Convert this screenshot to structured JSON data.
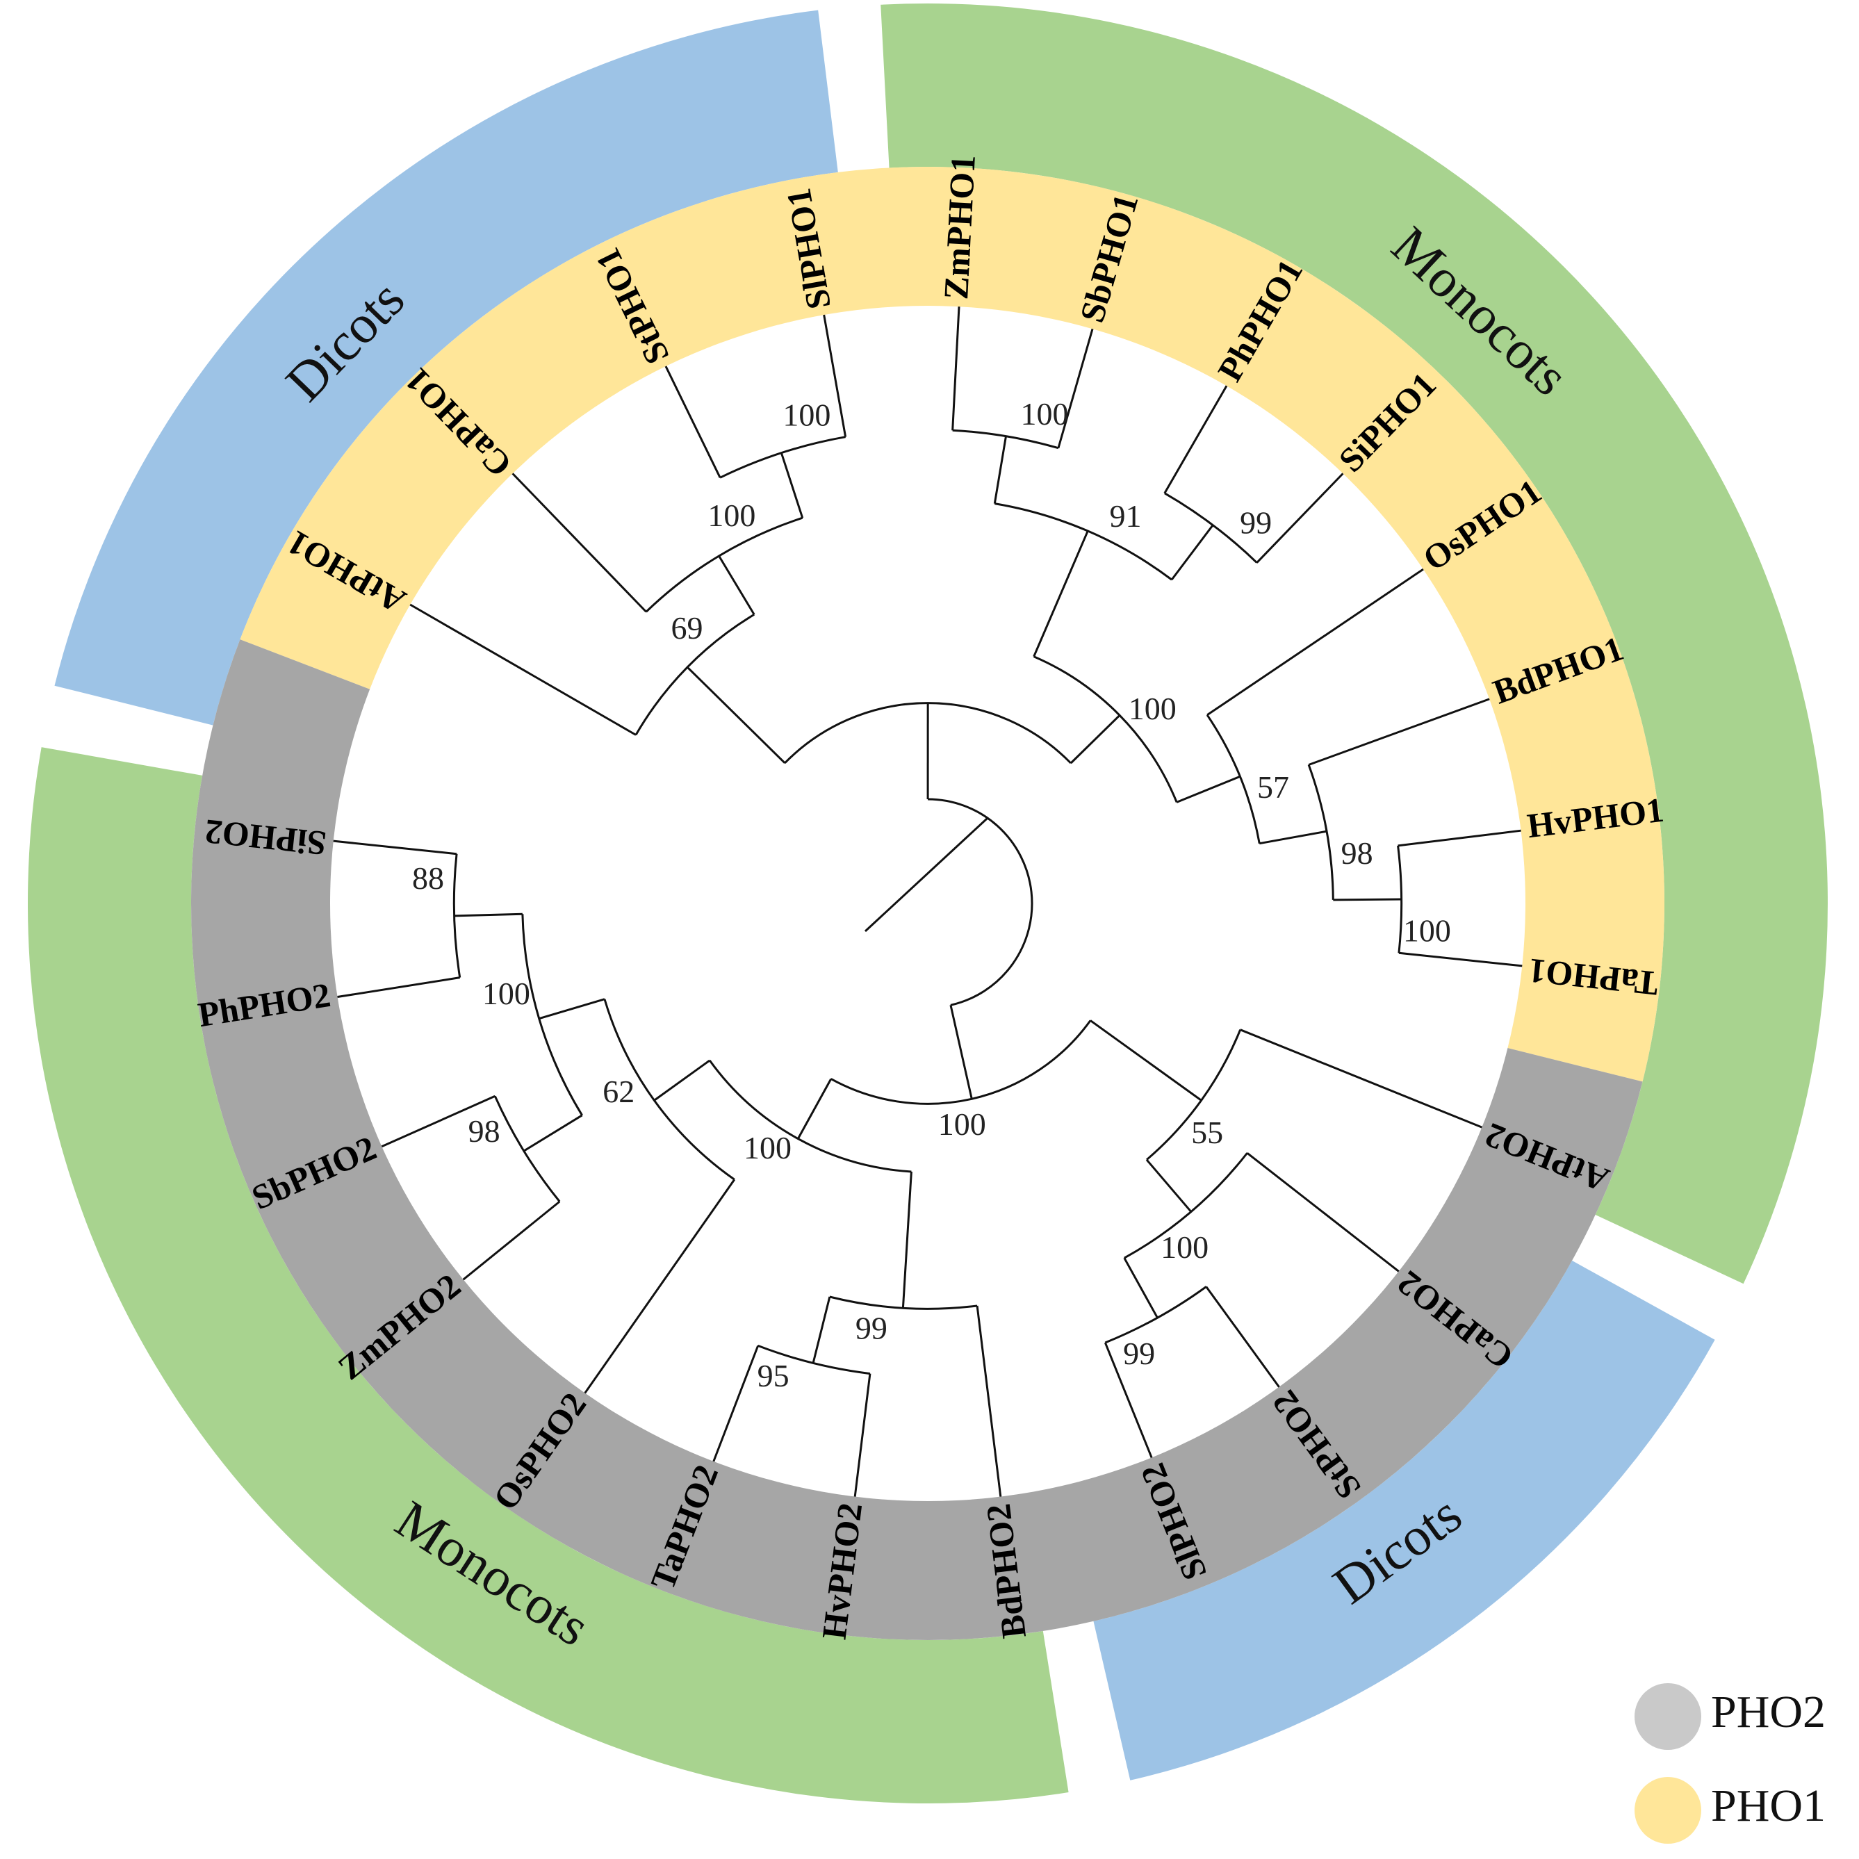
{
  "colors": {
    "monocots_band": "#a8d38f",
    "dicots_band": "#9dc3e6",
    "pho1_band": "#ffe699",
    "pho2_band": "#a6a6a6",
    "branch": "#111111"
  },
  "outer_groups": [
    {
      "label": "Dicots",
      "from": -76,
      "to": -7,
      "color": "#9dc3e6",
      "label_angle": -46,
      "flip": false
    },
    {
      "label": "Monocots",
      "from": -3,
      "to": 115,
      "color": "#a8d38f",
      "label_angle": 43,
      "flip": false
    },
    {
      "label": "Dicots",
      "from": 119,
      "to": 167,
      "color": "#9dc3e6",
      "label_angle": 144,
      "flip": true
    },
    {
      "label": "Monocots",
      "from": 171,
      "to": 280,
      "color": "#a8d38f",
      "label_angle": 213,
      "flip": true
    }
  ],
  "inner_groups": [
    {
      "name": "PHO1",
      "from": -69,
      "to": 104,
      "color": "#ffe699"
    },
    {
      "name": "PHO2",
      "from": 104,
      "to": 291,
      "color": "#a6a6a6"
    }
  ],
  "legend": [
    {
      "label": "PHO2",
      "color": "#c9c9c9"
    },
    {
      "label": "PHO1",
      "color": "#ffe699"
    }
  ],
  "tree": {
    "leaves": [
      {
        "id": "AtPHO1",
        "label": "AtPHO1",
        "angle": -60
      },
      {
        "id": "CaPHO1",
        "label": "CaPHO1",
        "angle": -44
      },
      {
        "id": "StPHO1",
        "label": "StPHO1",
        "angle": -26
      },
      {
        "id": "SlPHO1",
        "label": "SlPHO1",
        "angle": -10
      },
      {
        "id": "ZmPHO1",
        "label": "ZmPHO1",
        "angle": 3
      },
      {
        "id": "SbPHO1",
        "label": "SbPHO1",
        "angle": 16
      },
      {
        "id": "PhPHO1",
        "label": "PhPHO1",
        "angle": 30
      },
      {
        "id": "SiPHO1",
        "label": "SiPHO1",
        "angle": 44
      },
      {
        "id": "OsPHO1",
        "label": "OsPHO1",
        "angle": 56
      },
      {
        "id": "BdPHO1",
        "label": "BdPHO1",
        "angle": 70
      },
      {
        "id": "HvPHO1",
        "label": "HvPHO1",
        "angle": 83
      },
      {
        "id": "TaPHO1",
        "label": "TaPHO1",
        "angle": 96
      },
      {
        "id": "AtPHO2",
        "label": "AtPHO2",
        "angle": 112
      },
      {
        "id": "CaPHO2",
        "label": "CaPHO2",
        "angle": 128
      },
      {
        "id": "StPHO2",
        "label": "StPHO2",
        "angle": 144
      },
      {
        "id": "SlPHO2",
        "label": "SlPHO2",
        "angle": 158
      },
      {
        "id": "BdPHO2",
        "label": "BdPHO2",
        "angle": 173
      },
      {
        "id": "HvPHO2",
        "label": "HvPHO2",
        "angle": 187
      },
      {
        "id": "TaPHO2",
        "label": "TaPHO2",
        "angle": 201
      },
      {
        "id": "OsPHO2",
        "label": "OsPHO2",
        "angle": 215
      },
      {
        "id": "ZmPHO2",
        "label": "ZmPHO2",
        "angle": 231
      },
      {
        "id": "SbPHO2",
        "label": "SbPHO2",
        "angle": 246
      },
      {
        "id": "PhPHO2",
        "label": "PhPHO2",
        "angle": 261
      },
      {
        "id": "SiPHO2",
        "label": "SiPHO2",
        "angle": 276
      }
    ],
    "nodes": [
      {
        "id": "n_StSl",
        "children": [
          "StPHO1",
          "SlPHO1"
        ],
        "support": "100"
      },
      {
        "id": "n_CaStSl",
        "children": [
          "CaPHO1",
          "n_StSl"
        ],
        "support": "100"
      },
      {
        "id": "n_dicotPHO1",
        "children": [
          "AtPHO1",
          "n_CaStSl"
        ],
        "support": "69"
      },
      {
        "id": "n_ZmSb",
        "children": [
          "ZmPHO1",
          "SbPHO1"
        ],
        "support": "100"
      },
      {
        "id": "n_PhSi",
        "children": [
          "PhPHO1",
          "SiPHO1"
        ],
        "support": "99"
      },
      {
        "id": "n_PaniPHO1",
        "children": [
          "n_ZmSb",
          "n_PhSi"
        ],
        "support": "91"
      },
      {
        "id": "n_HvTa",
        "children": [
          "HvPHO1",
          "TaPHO1"
        ],
        "support": "100"
      },
      {
        "id": "n_BdHvTa",
        "children": [
          "BdPHO1",
          "n_HvTa"
        ],
        "support": "98"
      },
      {
        "id": "n_OsPooid",
        "children": [
          "OsPHO1",
          "n_BdHvTa"
        ],
        "support": "57"
      },
      {
        "id": "n_monoPHO1",
        "children": [
          "n_PaniPHO1",
          "n_OsPooid"
        ],
        "support": "100"
      },
      {
        "id": "n_SlSt2",
        "children": [
          "StPHO2",
          "SlPHO2"
        ],
        "support": "99"
      },
      {
        "id": "n_CaSolan2",
        "children": [
          "CaPHO2",
          "n_SlSt2"
        ],
        "support": "100"
      },
      {
        "id": "n_dicotPHO2",
        "children": [
          "AtPHO2",
          "n_CaSolan2"
        ],
        "support": "55"
      },
      {
        "id": "n_TaHv2",
        "children": [
          "HvPHO2",
          "TaPHO2"
        ],
        "support": "95"
      },
      {
        "id": "n_Pooid2",
        "children": [
          "BdPHO2",
          "n_TaHv2"
        ],
        "support": "99"
      },
      {
        "id": "n_SiPh2",
        "children": [
          "PhPHO2",
          "SiPHO2"
        ],
        "support": "88"
      },
      {
        "id": "n_SbZm2",
        "children": [
          "ZmPHO2",
          "SbPHO2"
        ],
        "support": "98"
      },
      {
        "id": "n_Pani2",
        "children": [
          "n_SbZm2",
          "n_SiPh2"
        ],
        "support": "100"
      },
      {
        "id": "n_OsPani2",
        "children": [
          "OsPHO2",
          "n_Pani2"
        ],
        "support": "62"
      },
      {
        "id": "n_mono2",
        "children": [
          "n_Pooid2",
          "n_OsPani2"
        ],
        "support": "100"
      },
      {
        "id": "n_PHO2",
        "children": [
          "n_dicotPHO2",
          "n_mono2"
        ],
        "support": "100"
      },
      {
        "id": "n_allPHO1",
        "children": [
          "n_dicotPHO1",
          "n_monoPHO1"
        ],
        "support": ""
      },
      {
        "id": "n_root",
        "children": [
          "n_allPHO1",
          "n_PHO2"
        ],
        "support": ""
      }
    ]
  }
}
